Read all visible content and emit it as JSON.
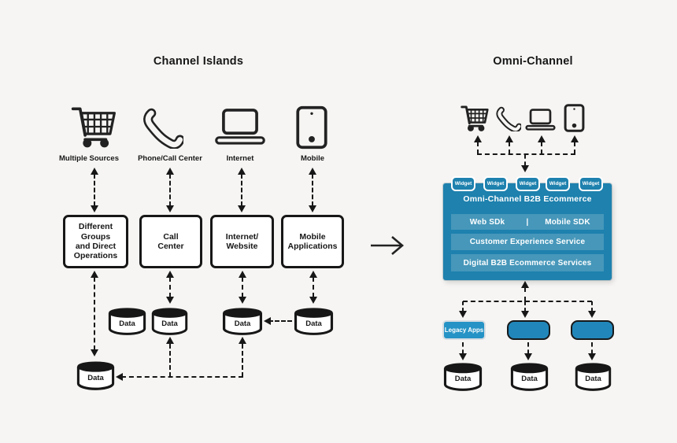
{
  "left": {
    "title": "Channel Islands",
    "channels": [
      {
        "label": "Multiple Sources",
        "icon": "shopping-cart-icon"
      },
      {
        "label": "Phone/Call Center",
        "icon": "phone-handset-icon"
      },
      {
        "label": "Internet",
        "icon": "laptop-icon"
      },
      {
        "label": "Mobile",
        "icon": "tablet-icon"
      }
    ],
    "systems": [
      [
        "Different",
        "Groups",
        "and Direct",
        "Operations"
      ],
      [
        "Call",
        "Center"
      ],
      [
        "Internet/",
        "Website"
      ],
      [
        "Mobile",
        "Applications"
      ]
    ],
    "row_datastores": [
      "Data",
      "Data",
      "Data",
      "Data"
    ],
    "central_datastore": "Data"
  },
  "right": {
    "title": "Omni-Channel",
    "widgets": [
      "Widget",
      "Widget",
      "Widget",
      "Widget",
      "Widget"
    ],
    "platform": {
      "title": "Omni-Channel B2B Ecommerce",
      "web_sdk": "Web SDk",
      "divider": "|",
      "mobile_sdk": "Mobile SDK",
      "service1": "Customer Experience Service",
      "service2": "Digital B2B Ecommerce Services"
    },
    "apps": [
      "Legacy Apps",
      "",
      ""
    ],
    "datastores": [
      "Data",
      "Data",
      "Data"
    ]
  },
  "icons": {
    "left": [
      "shopping-cart-icon",
      "phone-handset-icon",
      "laptop-icon",
      "tablet-icon"
    ],
    "right": [
      "shopping-cart-icon",
      "phone-handset-icon",
      "laptop-icon",
      "tablet-icon"
    ]
  },
  "colors": {
    "background": "#f6f5f3",
    "ink": "#171717",
    "platform_blue": "#1e81ae",
    "platform_bar_blue": "#4697ba",
    "legacy_app_blue": "#2593c5",
    "app_blue": "#2187ba",
    "white": "#ffffff"
  }
}
